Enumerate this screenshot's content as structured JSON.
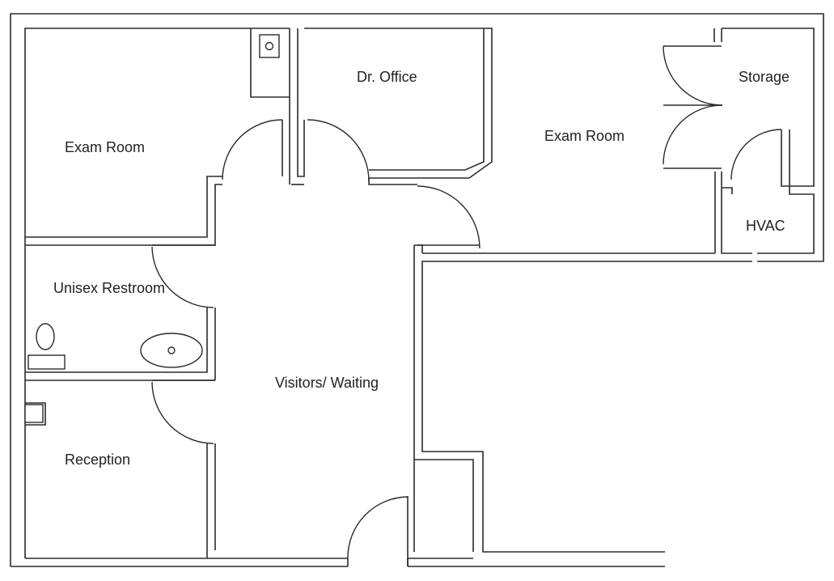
{
  "diagram": {
    "type": "floor-plan",
    "rooms": {
      "exam_room_left": "Exam Room",
      "dr_office": "Dr. Office",
      "exam_room_right": "Exam Room",
      "storage": "Storage",
      "hvac": "HVAC",
      "unisex_restroom": "Unisex Restroom",
      "visitors_waiting": "Visitors/ Waiting",
      "reception": "Reception"
    },
    "colors": {
      "wall": "#2b2b2b",
      "background": "#ffffff",
      "text": "#222222"
    }
  }
}
